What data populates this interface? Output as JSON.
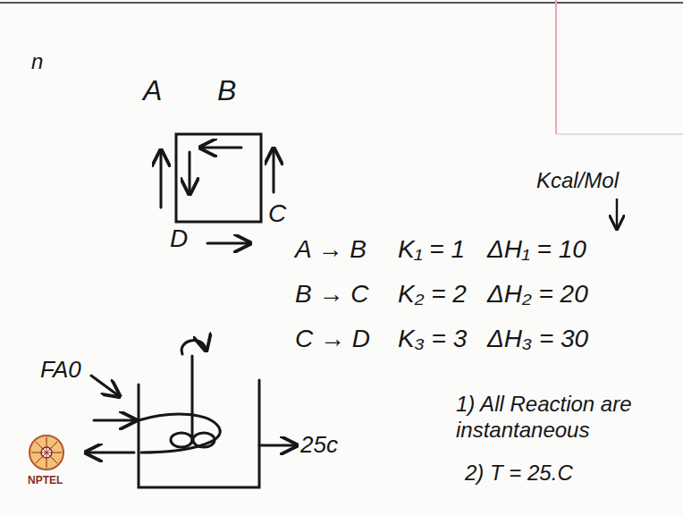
{
  "diagram": {
    "labels": [
      "n",
      "A",
      "B",
      "C",
      "D",
      "Kcal/Mol",
      "A → B",
      "K₁ = 1",
      "ΔH₁ = 10",
      "B → C",
      "K₂ = 2",
      "ΔH₂ = 20",
      "C → D",
      "K₃ = 3",
      "ΔH₃ = 30",
      "FA0",
      "25c",
      "1) All Reaction are instantaneous",
      "2) T = 25.C",
      "NPTEL"
    ]
  }
}
